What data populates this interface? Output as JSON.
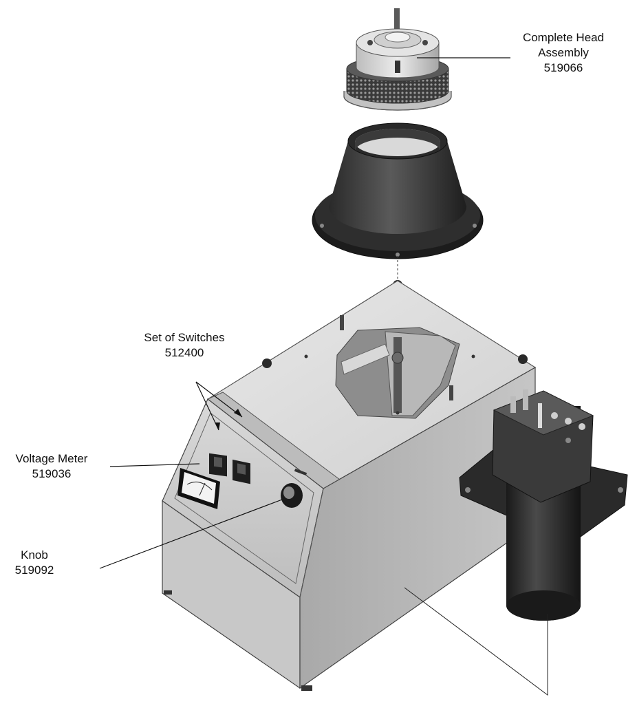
{
  "labels": {
    "head_assembly": {
      "line1": "Complete Head",
      "line2": "Assembly",
      "part": "519066"
    },
    "switches": {
      "line1": "Set of Switches",
      "part": "512400"
    },
    "voltage_meter": {
      "line1": "Voltage Meter",
      "part": "519036"
    },
    "knob": {
      "line1": "Knob",
      "part": "519092"
    }
  }
}
